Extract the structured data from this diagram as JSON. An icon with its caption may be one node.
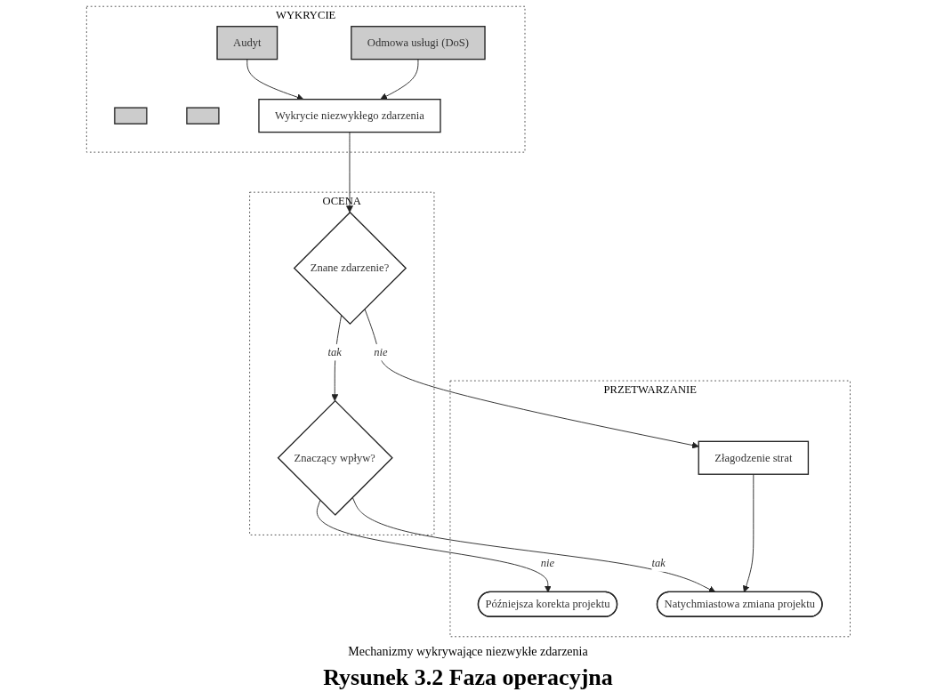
{
  "diagram": {
    "caption": "Rysunek 3.2 Faza operacyjna",
    "nodes": [
      {
        "text": [
          "WYKRYCIE"
        ]
      },
      {
        "text": [],
        "shape": "box",
        "in": 0
      },
      {
        "text": [],
        "shape": "box",
        "in": 0
      },
      {
        "text": [
          "Audyt"
        ],
        "in": 0
      },
      {
        "text": [
          "Odmowa usługi (DoS)"
        ],
        "in": 0
      },
      {
        "text": [
          "Wykrycie niezwykłego zdarzenia"
        ],
        "in": 0
      },
      {
        "text": [
          "OCENA"
        ]
      },
      {
        "text": [
          "Znane zdarzenie?"
        ],
        "in": 6
      },
      {
        "text": [
          "Znaczący wpływ?"
        ],
        "in": 6
      },
      {
        "text": [
          "PRZETWARZANIE"
        ]
      },
      {
        "text": [
          "Złagodzenie strat"
        ],
        "in": 9
      },
      {
        "text": [
          "Późniejsza korekta projektu"
        ],
        "in": 9
      },
      {
        "text": [
          "Natychmiastowa zmiana projektu"
        ],
        "in": 9
      }
    ],
    "edges": [
      {
        "from": 3,
        "to": 5,
        "arrow": "to"
      },
      {
        "from": 4,
        "to": 5,
        "arrow": "to"
      },
      {
        "from": 5,
        "to": 7,
        "arrow": "to"
      },
      {
        "from": 7,
        "to": 8,
        "arrow": "to",
        "label": "tak"
      },
      {
        "from": 7,
        "to": 10,
        "arrow": "to",
        "label": "nie"
      },
      {
        "from": 8,
        "to": 12,
        "arrow": "to",
        "label": "tak"
      },
      {
        "from": 8,
        "to": 11,
        "arrow": "to",
        "label": "nie"
      },
      {
        "from": 10,
        "to": 12,
        "arrow": "to"
      }
    ],
    "labels": [
      "Mechanizmy wykrywające niezwykłe zdarzenia"
    ]
  }
}
